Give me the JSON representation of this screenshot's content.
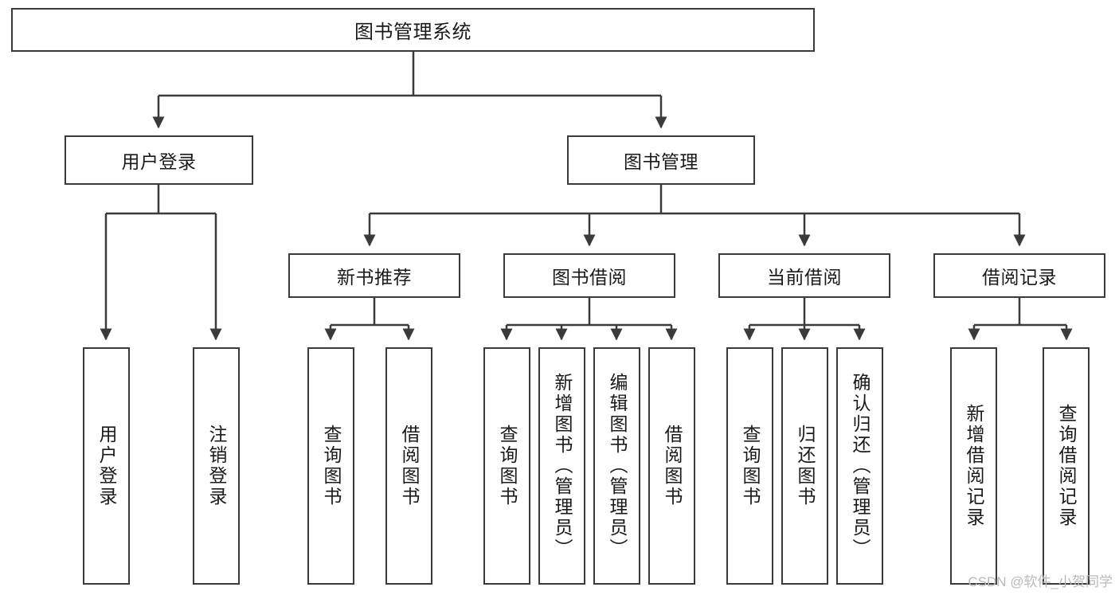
{
  "diagram": {
    "title": "图书管理系统",
    "type": "tree-hierarchy-diagram",
    "watermark": "CSDN @软件_小贺同学",
    "colors": {
      "stroke": "#3a3a3a",
      "fill": "#ffffff",
      "text": "#1a1a1a",
      "watermark": "#b9b9b9"
    },
    "nodes": {
      "root": {
        "label": "图书管理系统"
      },
      "level2": [
        {
          "id": "user-login",
          "label": "用户登录"
        },
        {
          "id": "book-manage",
          "label": "图书管理"
        }
      ],
      "level3": [
        {
          "id": "new-book-recommend",
          "label": "新书推荐"
        },
        {
          "id": "book-borrow",
          "label": "图书借阅"
        },
        {
          "id": "current-borrow",
          "label": "当前借阅"
        },
        {
          "id": "borrow-record",
          "label": "借阅记录"
        }
      ],
      "leaves": [
        {
          "id": "leaf-user-login",
          "label": "用户登录",
          "parent": "user-login"
        },
        {
          "id": "leaf-logout",
          "label": "注销登录",
          "parent": "user-login"
        },
        {
          "id": "leaf-query-book-1",
          "label": "查询图书",
          "parent": "new-book-recommend"
        },
        {
          "id": "leaf-borrow-book-1",
          "label": "借阅图书",
          "parent": "new-book-recommend"
        },
        {
          "id": "leaf-query-book-2",
          "label": "查询图书",
          "parent": "book-borrow"
        },
        {
          "id": "leaf-add-book",
          "label": "新增图书（管理员）",
          "parent": "book-borrow"
        },
        {
          "id": "leaf-edit-book",
          "label": "编辑图书（管理员）",
          "parent": "book-borrow"
        },
        {
          "id": "leaf-borrow-book-2",
          "label": "借阅图书",
          "parent": "book-borrow"
        },
        {
          "id": "leaf-query-book-3",
          "label": "查询图书",
          "parent": "current-borrow"
        },
        {
          "id": "leaf-return-book",
          "label": "归还图书",
          "parent": "current-borrow"
        },
        {
          "id": "leaf-confirm-return",
          "label": "确认归还（管理员）",
          "parent": "current-borrow"
        },
        {
          "id": "leaf-add-record",
          "label": "新增借阅记录",
          "parent": "borrow-record"
        },
        {
          "id": "leaf-query-record",
          "label": "查询借阅记录",
          "parent": "borrow-record"
        }
      ]
    }
  }
}
